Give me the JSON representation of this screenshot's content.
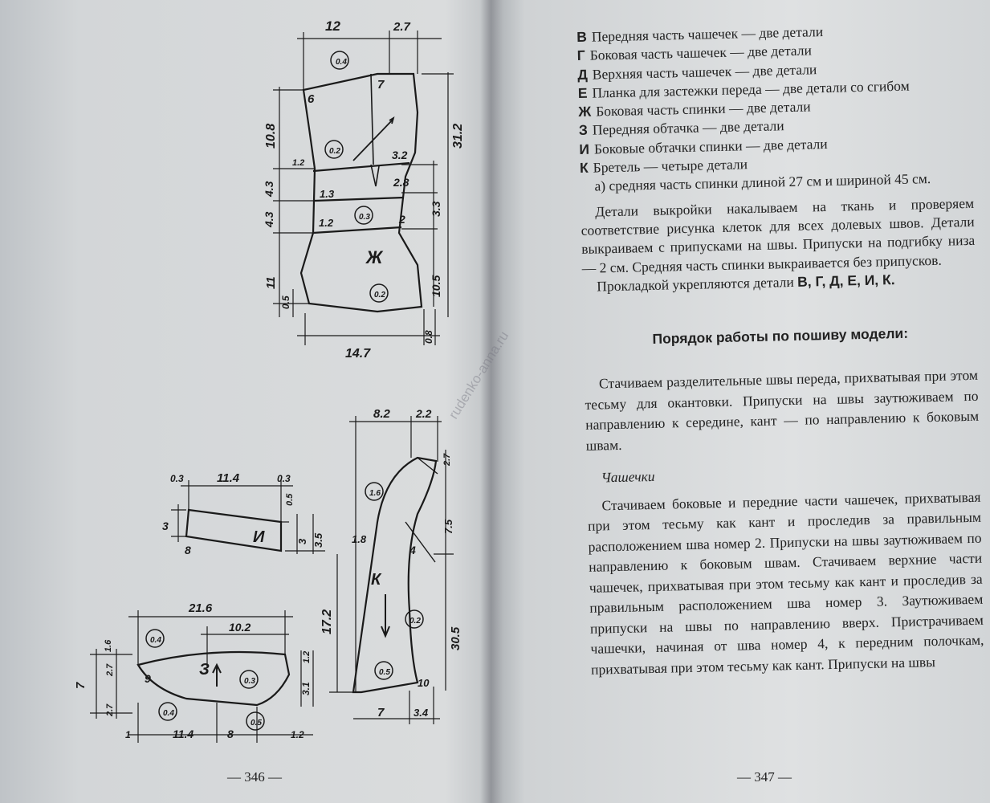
{
  "left_page": {
    "page_number": "— 346 —",
    "pattern_labels": {
      "zh": {
        "letter": "Ж",
        "dims": [
          "12",
          "2.7",
          "10.8",
          "4.3",
          "4.3",
          "11",
          "0.5",
          "31.2",
          "3.2",
          "2.8",
          "3.3",
          "2",
          "10.5",
          "14.7",
          "0.8",
          "1.2",
          "1.3",
          "1.2"
        ],
        "seams": [
          "0.4",
          "0.2",
          "0.3",
          "0.2"
        ],
        "marks": [
          "6",
          "7"
        ]
      },
      "i": {
        "letter": "И",
        "dims": [
          "0.3",
          "11.4",
          "0.3",
          "0.5",
          "3",
          "3",
          "3.5"
        ],
        "marks": [
          "8"
        ]
      },
      "z": {
        "letter": "З",
        "dims": [
          "21.6",
          "10.2",
          "1.6",
          "2.7",
          "7",
          "2.7",
          "1.2",
          "3.1",
          "1",
          "11.4",
          "8",
          "1.2"
        ],
        "seams": [
          "0.4",
          "0.3",
          "0.4",
          "0.5"
        ],
        "marks": [
          "9"
        ]
      },
      "k": {
        "letter": "К",
        "dims": [
          "8.2",
          "2.2",
          "2.7",
          "17.2",
          "30.5",
          "7.5",
          "7",
          "3.4",
          "1.8"
        ],
        "seams": [
          "1.6",
          "0.2",
          "0.5"
        ],
        "marks": [
          "4",
          "10"
        ]
      }
    }
  },
  "right_page": {
    "page_number": "— 347 —",
    "list": [
      {
        "letter": "В",
        "text": "Передняя часть чашечек — две детали"
      },
      {
        "letter": "Г",
        "text": "Боковая часть чашечек — две детали"
      },
      {
        "letter": "Д",
        "text": "Верхняя часть чашечек — две детали"
      },
      {
        "letter": "Е",
        "text": "Планка для застежки переда — две детали со сгибом"
      },
      {
        "letter": "Ж",
        "text": "Боковая часть спинки — две детали"
      },
      {
        "letter": "З",
        "text": "Передняя обтачка — две детали"
      },
      {
        "letter": "И",
        "text": "Боковые обтачки спинки — две детали"
      },
      {
        "letter": "К",
        "text": "Бретель — четыре детали"
      }
    ],
    "note_a": "а) средняя часть спинки длиной 27 см и шириной 45 см.",
    "para1": "Детали выкройки накалываем на ткань и проверяем соответствие рисунка клеток для всех долевых швов. Детали выкраиваем с припусками на швы. Припуски на подгибку низа — 2 см. Средняя часть спинки выкраивается без припусков.",
    "para2_prefix": "Прокладкой укрепляются детали",
    "para2_letters": "В, Г, Д, Е, И, К.",
    "heading": "Порядок работы по пошиву модели:",
    "para3": "Стачиваем разделительные швы переда, прихватывая при этом тесьму для окантовки. Припуски на швы заутюживаем по направлению к середине, кант — по направлению к боковым швам.",
    "subheading": "Чашечки",
    "para4": "Стачиваем боковые и передние части чашечек, прихватывая при этом тесьму как кант и проследив за правильным расположением шва номер 2. Припуски на швы заутюживаем по направлению к боковым швам. Стачиваем верхние части чашечек, прихватывая при этом тесьму как кант и проследив за правильным расположением шва номер 3. Заутюживаем припуски на швы по направлению вверх. Пристрачиваем чашечки, начиная от шва номер 4, к передним полочкам, прихватывая при этом тесьму как кант. Припуски на швы"
  },
  "watermark": "rudenko-anna.ru"
}
